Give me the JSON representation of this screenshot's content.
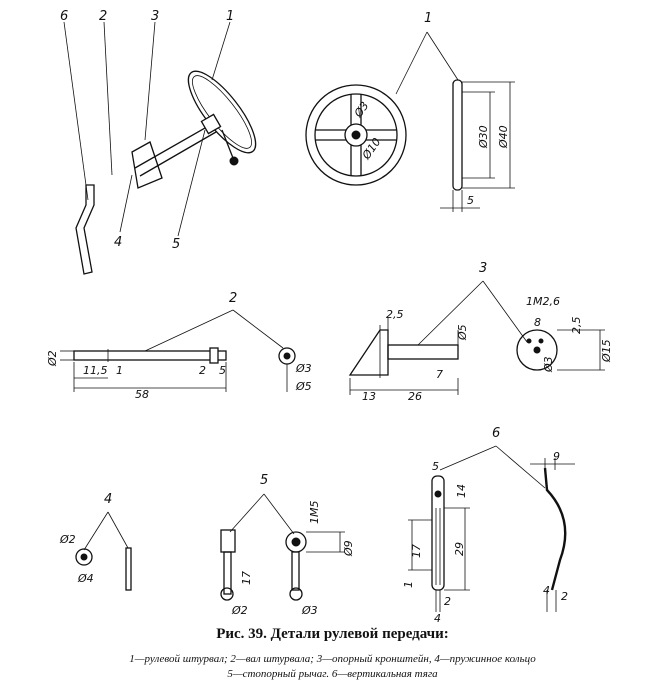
{
  "figure": {
    "title": "Рис. 39. Детали рулевой передачи:",
    "legend_line1": "1—рулевой штурвал; 2—вал штурвала; 3—опорный кронштейн, 4—пружинное кольцо",
    "legend_line2": "5—стопорный рычаг. 6—вертикальная тяга"
  },
  "callouts": {
    "c1": "1",
    "c2": "2",
    "c3": "3",
    "c4": "4",
    "c5": "5",
    "c6": "6"
  },
  "dims": {
    "d3": "Ø3",
    "d10": "Ø10",
    "d30": "Ø30",
    "d40": "Ø40",
    "five": "5",
    "d2": "Ø2",
    "d11_5": "11,5",
    "one": "1",
    "fiftyeight": "58",
    "two": "2",
    "d3b": "Ø3",
    "d5": "Ø5",
    "two_five": "2,5",
    "d5b": "Ø5",
    "seven": "7",
    "thirteen": "13",
    "twentysix": "26",
    "m2_6": "1M2,6",
    "eight": "8",
    "two_five_b": "2,5",
    "d15": "Ø15",
    "d3c": "Ø3",
    "d2c": "Ø2",
    "d64": "Ø4",
    "m5": "1M5",
    "d9": "Ø9",
    "seventeen": "17",
    "d2d": "Ø2",
    "d3d": "Ø3",
    "five6": "5",
    "fourteen": "14",
    "twentynine": "29",
    "seventeen6": "17",
    "one6": "1",
    "two6": "2",
    "four6": "4",
    "nine6": "9",
    "four6b": "4",
    "two6b": "2"
  }
}
